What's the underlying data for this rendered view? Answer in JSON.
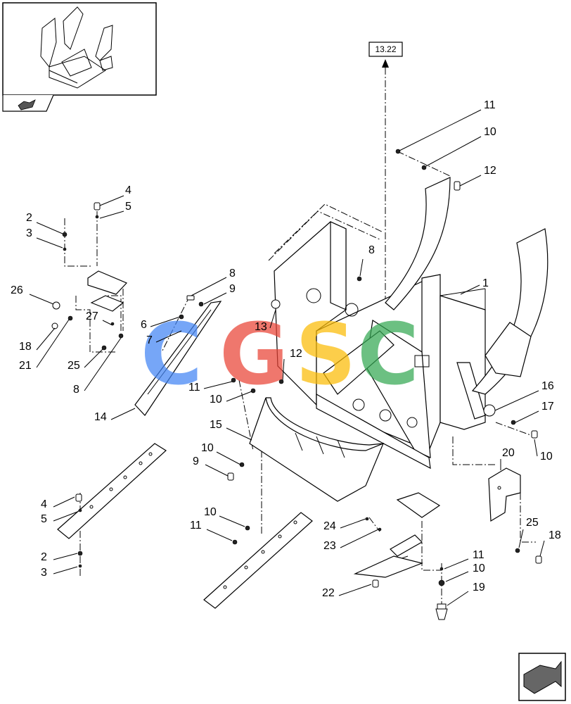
{
  "reference_box": "13.22",
  "watermark": {
    "letters": [
      "C",
      "G",
      "S",
      "C"
    ],
    "colors": [
      "#4285F4",
      "#EA4335",
      "#FBBC05",
      "#34A853"
    ]
  },
  "callouts": [
    {
      "id": "c-11a",
      "label": "11"
    },
    {
      "id": "c-10a",
      "label": "10"
    },
    {
      "id": "c-12a",
      "label": "12"
    },
    {
      "id": "c-1",
      "label": "1"
    },
    {
      "id": "c-4a",
      "label": "4"
    },
    {
      "id": "c-5a",
      "label": "5"
    },
    {
      "id": "c-2a",
      "label": "2"
    },
    {
      "id": "c-3a",
      "label": "3"
    },
    {
      "id": "c-26",
      "label": "26"
    },
    {
      "id": "c-8a",
      "label": "8"
    },
    {
      "id": "c-9a",
      "label": "9"
    },
    {
      "id": "c-27",
      "label": "27"
    },
    {
      "id": "c-6",
      "label": "6"
    },
    {
      "id": "c-7",
      "label": "7"
    },
    {
      "id": "c-18a",
      "label": "18"
    },
    {
      "id": "c-21",
      "label": "21"
    },
    {
      "id": "c-25a",
      "label": "25"
    },
    {
      "id": "c-8b",
      "label": "8"
    },
    {
      "id": "c-8c",
      "label": "8"
    },
    {
      "id": "c-13",
      "label": "13"
    },
    {
      "id": "c-12b",
      "label": "12"
    },
    {
      "id": "c-11b",
      "label": "11"
    },
    {
      "id": "c-10b",
      "label": "10"
    },
    {
      "id": "c-14",
      "label": "14"
    },
    {
      "id": "c-15",
      "label": "15"
    },
    {
      "id": "c-16",
      "label": "16"
    },
    {
      "id": "c-17",
      "label": "17"
    },
    {
      "id": "c-10c",
      "label": "10"
    },
    {
      "id": "c-10d",
      "label": "10"
    },
    {
      "id": "c-9b",
      "label": "9"
    },
    {
      "id": "c-20",
      "label": "20"
    },
    {
      "id": "c-4b",
      "label": "4"
    },
    {
      "id": "c-5b",
      "label": "5"
    },
    {
      "id": "c-10e",
      "label": "10"
    },
    {
      "id": "c-11c",
      "label": "11"
    },
    {
      "id": "c-24",
      "label": "24"
    },
    {
      "id": "c-23",
      "label": "23"
    },
    {
      "id": "c-25b",
      "label": "25"
    },
    {
      "id": "c-18b",
      "label": "18"
    },
    {
      "id": "c-2b",
      "label": "2"
    },
    {
      "id": "c-3b",
      "label": "3"
    },
    {
      "id": "c-11d",
      "label": "11"
    },
    {
      "id": "c-10f",
      "label": "10"
    },
    {
      "id": "c-22",
      "label": "22"
    },
    {
      "id": "c-19",
      "label": "19"
    }
  ]
}
